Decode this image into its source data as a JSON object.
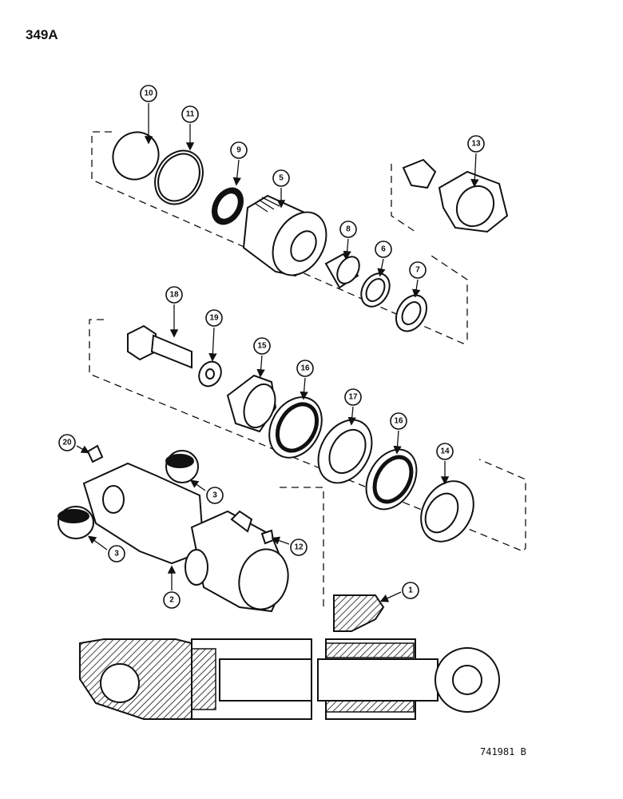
{
  "page_number": "349A",
  "drawing_code": "741981 B",
  "callouts": [
    "10",
    "11",
    "9",
    "5",
    "13",
    "8",
    "6",
    "7",
    "18",
    "19",
    "15",
    "16",
    "17",
    "16",
    "14",
    "20",
    "3",
    "3",
    "12",
    "2",
    "1"
  ]
}
